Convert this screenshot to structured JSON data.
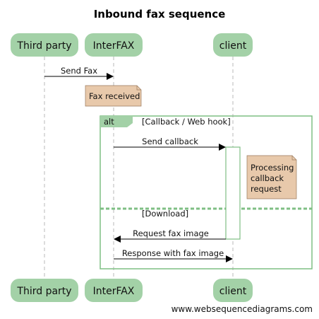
{
  "diagram": {
    "title": "Inbound fax sequence",
    "footer": "www.websequencediagrams.com",
    "actors": [
      {
        "name": "Third party"
      },
      {
        "name": "InterFAX"
      },
      {
        "name": "client"
      }
    ],
    "messages": [
      {
        "label": "Send Fax",
        "from": "Third party",
        "to": "InterFAX"
      },
      {
        "label": "Send callback",
        "from": "InterFAX",
        "to": "client"
      },
      {
        "label": "Request fax image",
        "from": "client",
        "to": "InterFAX"
      },
      {
        "label": "Response with fax image",
        "from": "InterFAX",
        "to": "client"
      }
    ],
    "notes": [
      {
        "text": "Fax received",
        "actor": "InterFAX"
      },
      {
        "lines": [
          "Processing",
          "callback",
          "request"
        ],
        "actor": "client"
      }
    ],
    "alt_block": {
      "keyword": "alt",
      "guard_1": "[Callback / Web hook]",
      "guard_2": "[Download]"
    },
    "colors": {
      "actor_fill": "#a3d1a7",
      "note_fill": "#e8c9ab",
      "note_stroke": "#9a7a5c",
      "alt_stroke": "#7fbf84",
      "lifeline": "#b8b8b8"
    }
  }
}
